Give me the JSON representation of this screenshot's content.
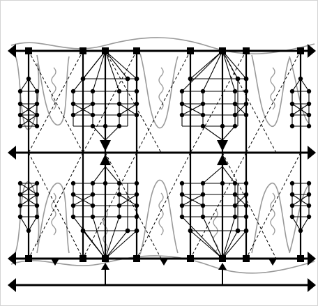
{
  "diagram": {
    "kind": "periodic planar graph tiling",
    "modules": [
      "left",
      "center",
      "right"
    ],
    "wavy_boundary_color": "#9a9a9a",
    "stroke_color": "#000000",
    "background": "#ffffff",
    "node_kinds": [
      "square-node",
      "round-node",
      "triangle-marker"
    ],
    "arrow_directions": [
      "left",
      "right"
    ]
  }
}
